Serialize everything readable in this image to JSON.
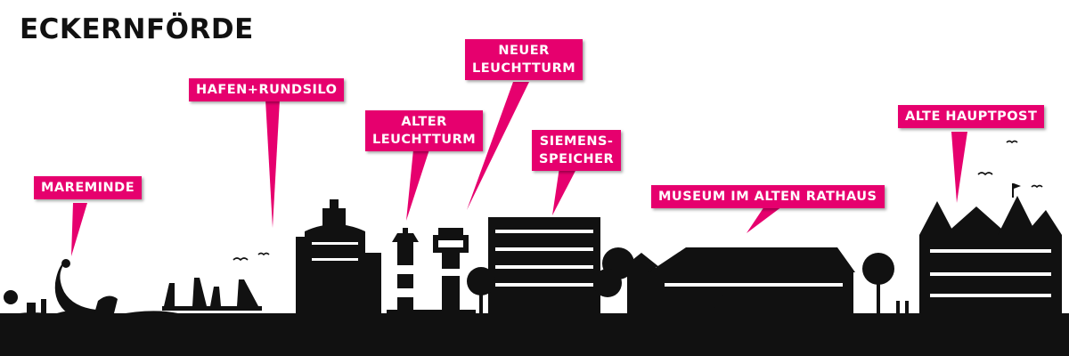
{
  "title": "ECKERNFÖRDE",
  "colors": {
    "accent": "#e6006e",
    "silhouette": "#111111",
    "background": "#ffffff"
  },
  "labels": {
    "mareminde": [
      "MAREMINDE"
    ],
    "hafen": [
      "HAFEN+RUNDSILO"
    ],
    "alter_leuchtturm": [
      "ALTER",
      "LEUCHTTURM"
    ],
    "neuer_leuchtturm": [
      "NEUER",
      "LEUCHTTURM"
    ],
    "siemens": [
      "SIEMENS-",
      "SPEICHER"
    ],
    "museum": [
      "MUSEUM IM ALTEN RATHAUS"
    ],
    "hauptpost": [
      "ALTE HAUPTPOST"
    ]
  }
}
